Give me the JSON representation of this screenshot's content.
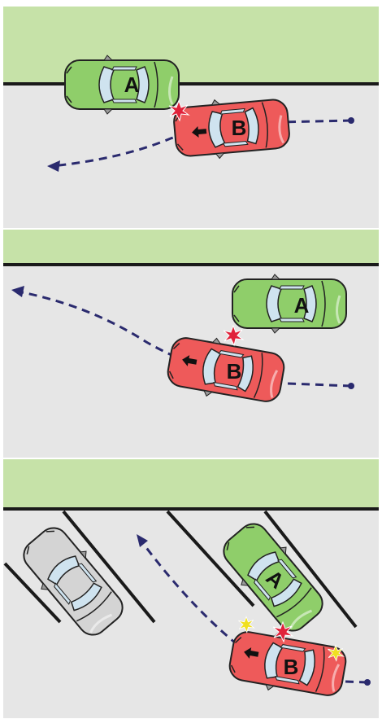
{
  "colors": {
    "grass": "#c6e2a8",
    "road": "#e6e6e6",
    "curb": "#1a1a1a",
    "car_a": "#8fce6a",
    "car_b": "#ee5a5a",
    "car_parked": "#d4d4d4",
    "path": "#2a2a6e",
    "impact": "#e0223a",
    "impact_minor": "#f0e020"
  },
  "scenes": [
    {
      "id": "parallel-parking-exit",
      "cars": [
        {
          "role": "car_a",
          "label": "A"
        },
        {
          "role": "car_b",
          "label": "B",
          "icon": "left-arrow-icon"
        }
      ]
    },
    {
      "id": "pulling-out-from-curb",
      "cars": [
        {
          "role": "car_a",
          "label": "A"
        },
        {
          "role": "car_b",
          "label": "B",
          "icon": "left-arrow-icon"
        }
      ]
    },
    {
      "id": "angled-parking-exit",
      "cars": [
        {
          "role": "car_parked",
          "label": ""
        },
        {
          "role": "car_a",
          "label": "A"
        },
        {
          "role": "car_b",
          "label": "B",
          "icon": "left-arrow-icon"
        }
      ]
    }
  ]
}
